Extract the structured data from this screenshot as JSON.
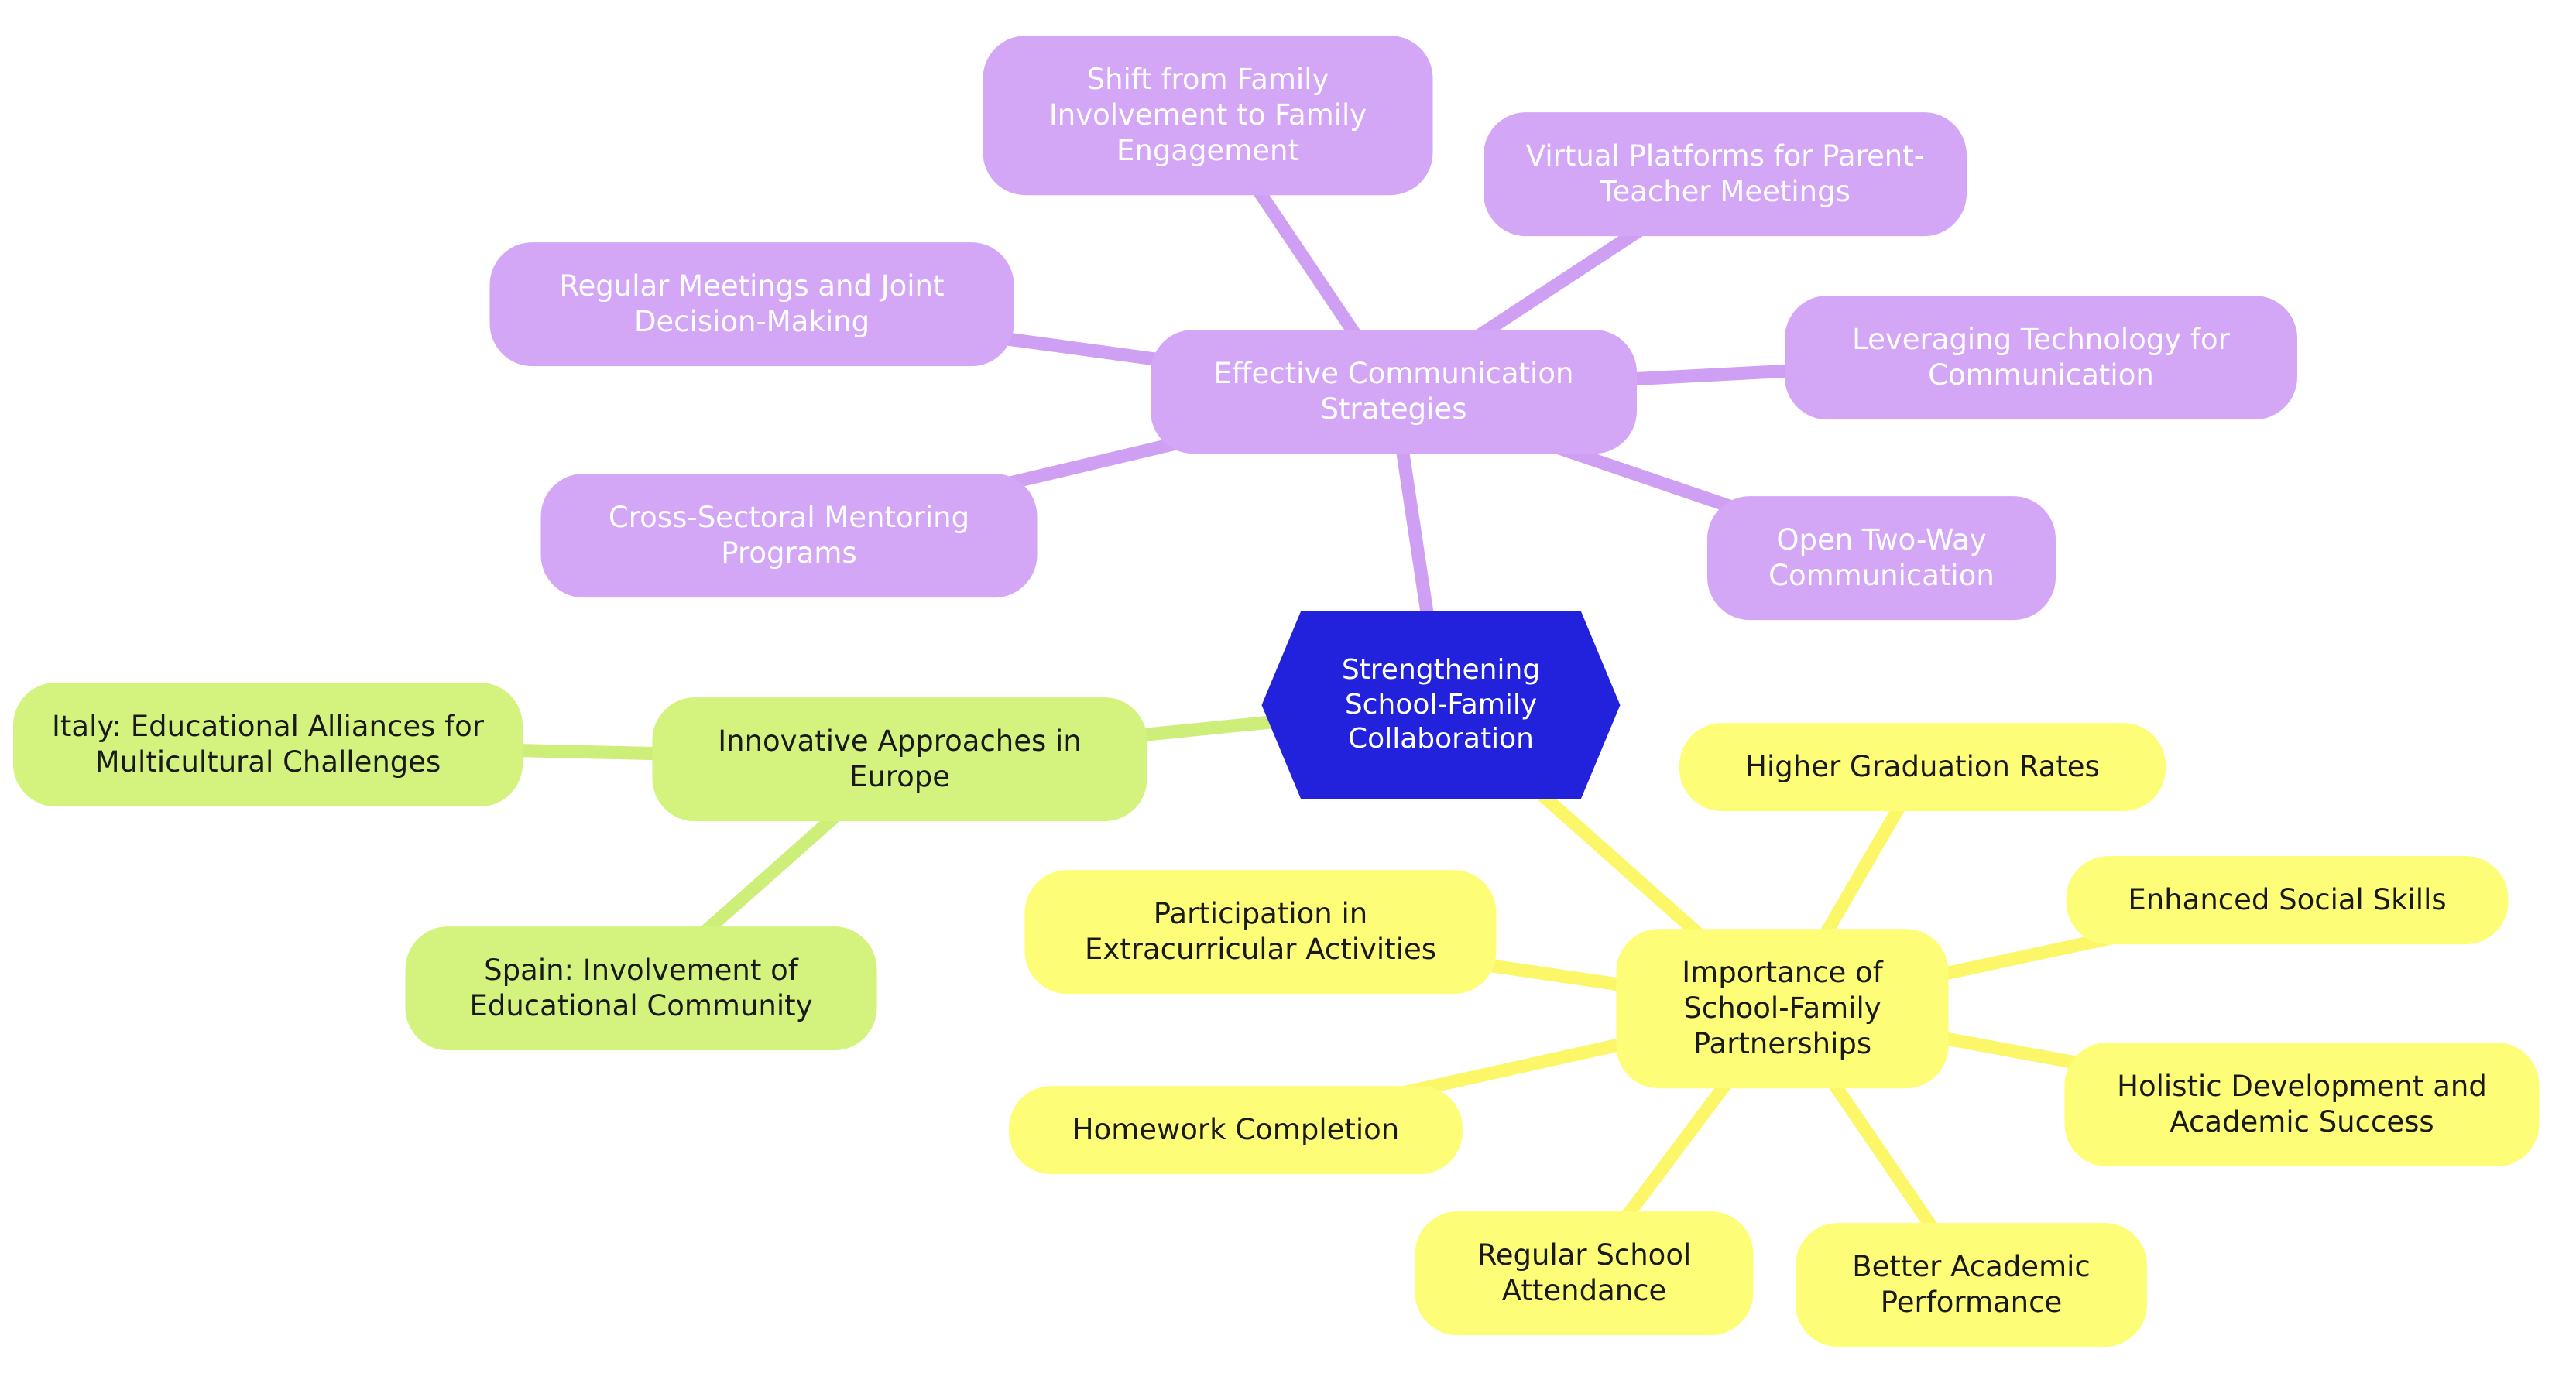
{
  "mindmap": {
    "root": {
      "label": "Strengthening School-Family Collaboration"
    },
    "branches": [
      {
        "label": "Effective Communication Strategies",
        "children": [
          {
            "label": "Shift from Family Involvement to Family Engagement"
          },
          {
            "label": "Virtual Platforms for Parent-Teacher Meetings"
          },
          {
            "label": "Regular Meetings and Joint Decision-Making"
          },
          {
            "label": "Leveraging Technology for Communication"
          },
          {
            "label": "Cross-Sectoral Mentoring Programs"
          },
          {
            "label": "Open Two-Way Communication"
          }
        ]
      },
      {
        "label": "Innovative Approaches in Europe",
        "children": [
          {
            "label": "Italy: Educational Alliances for Multicultural Challenges"
          },
          {
            "label": "Spain: Involvement of Educational Community"
          }
        ]
      },
      {
        "label": "Importance of School-Family Partnerships",
        "children": [
          {
            "label": "Higher Graduation Rates"
          },
          {
            "label": "Enhanced Social Skills"
          },
          {
            "label": "Participation in Extracurricular Activities"
          },
          {
            "label": "Holistic Development and Academic Success"
          },
          {
            "label": "Homework Completion"
          },
          {
            "label": "Regular School Attendance"
          },
          {
            "label": "Better Academic Performance"
          }
        ]
      }
    ],
    "colors": {
      "communication_branch_fill": "#d3a6f6",
      "europe_branch_fill": "#d3f37e",
      "partnerships_branch_fill": "#fdfd77",
      "root_fill": "#2222dd",
      "root_text": "#ffffff",
      "purple_node_text": "#ffffff",
      "green_yellow_node_text": "#1a1a1a",
      "background": "#ffffff"
    }
  }
}
